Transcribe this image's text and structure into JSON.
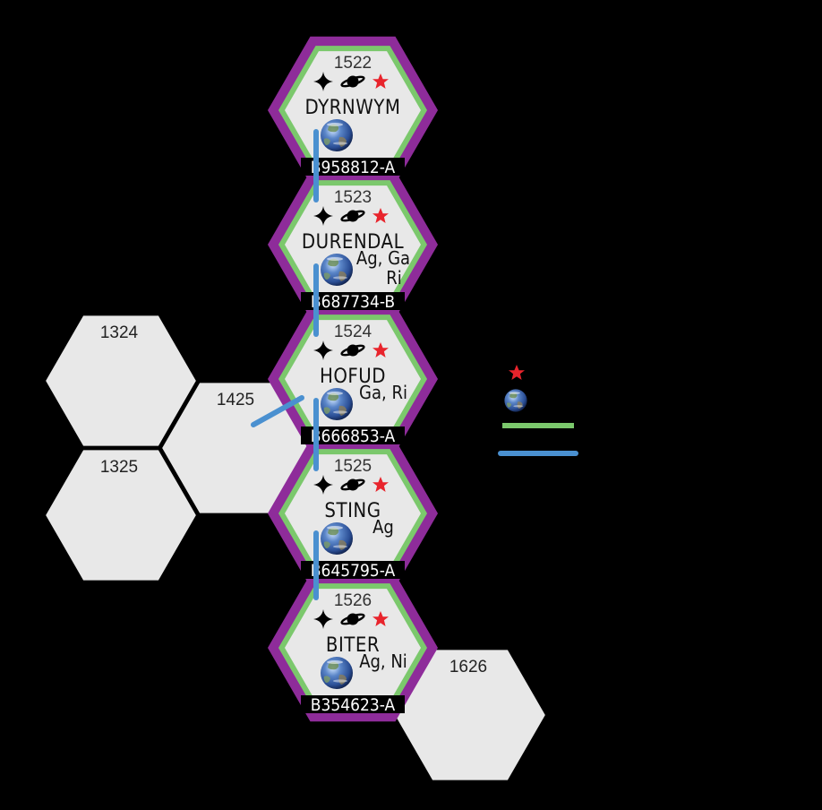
{
  "map": {
    "background": "#000000",
    "colors": {
      "empty_hex": "#e8e8e8",
      "hex_edge": "#000000",
      "subsector_border": "#8e2c9a",
      "world_fill": "#e8e8e8",
      "route_green": "#7bc86c",
      "route_blue": "#4a90d0",
      "star": "#e8242c",
      "label_bg": "#000000",
      "label_text": "#ffffff"
    },
    "empty_hexes": [
      {
        "number": "1324"
      },
      {
        "number": "1325"
      },
      {
        "number": "1425"
      },
      {
        "number": "1626"
      }
    ],
    "worlds": [
      {
        "number": "1522",
        "name": "DYRNWYM",
        "uwp": "B958812-A",
        "trade_codes": [],
        "icons": [
          "naval-base-icon",
          "gas-giant-icon",
          "star-icon",
          "world-globe-icon"
        ]
      },
      {
        "number": "1523",
        "name": "DURENDAL",
        "uwp": "B687734-B",
        "trade_codes": [
          "Ag, Ga",
          "Ri"
        ],
        "icons": [
          "naval-base-icon",
          "gas-giant-icon",
          "star-icon",
          "world-globe-icon"
        ]
      },
      {
        "number": "1524",
        "name": "HOFUD",
        "uwp": "B666853-A",
        "trade_codes": [
          "Ga, Ri"
        ],
        "icons": [
          "naval-base-icon",
          "gas-giant-icon",
          "star-icon",
          "world-globe-icon"
        ]
      },
      {
        "number": "1525",
        "name": "STING",
        "uwp": "B645795-A",
        "trade_codes": [
          "Ag"
        ],
        "icons": [
          "naval-base-icon",
          "gas-giant-icon",
          "star-icon",
          "world-globe-icon"
        ]
      },
      {
        "number": "1526",
        "name": "BITER",
        "uwp": "B354623-A",
        "trade_codes": [
          "Ag, Ni"
        ],
        "icons": [
          "naval-base-icon",
          "gas-giant-icon",
          "star-icon",
          "world-globe-icon"
        ]
      }
    ],
    "legend": {
      "items": [
        {
          "icon": "star-icon"
        },
        {
          "icon": "world-globe-icon"
        },
        {
          "icon": "green-route-line"
        },
        {
          "icon": "blue-route-line"
        }
      ]
    }
  }
}
